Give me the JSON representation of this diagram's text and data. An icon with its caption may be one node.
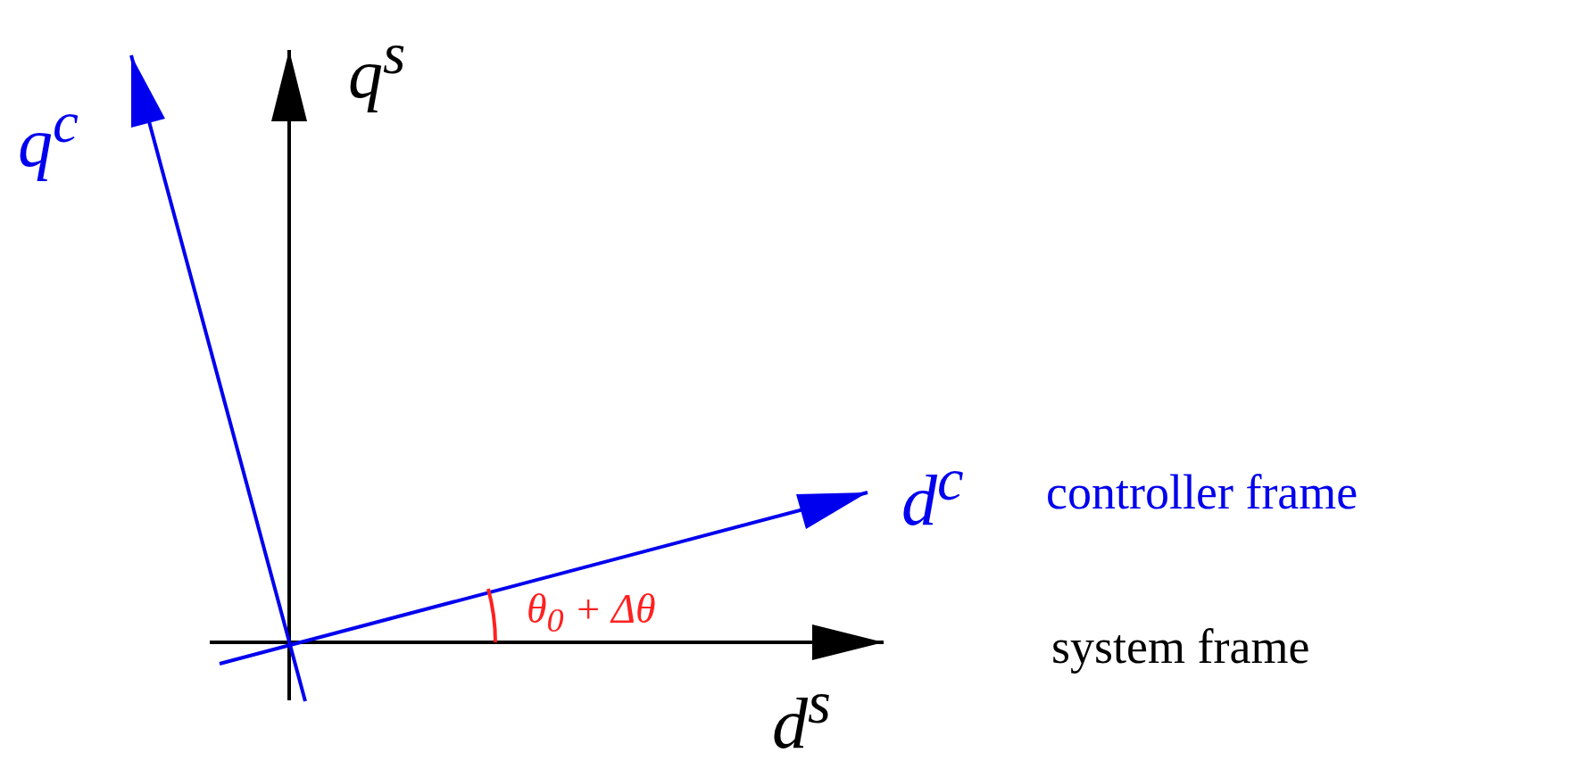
{
  "diagram": {
    "labels": [
      "q$^{s}$",
      "q$^{c}$",
      "d$^{c}$",
      "controller frame",
      "θ$_{0}$ + Δθ",
      "system frame",
      "d$^{s}$"
    ]
  }
}
